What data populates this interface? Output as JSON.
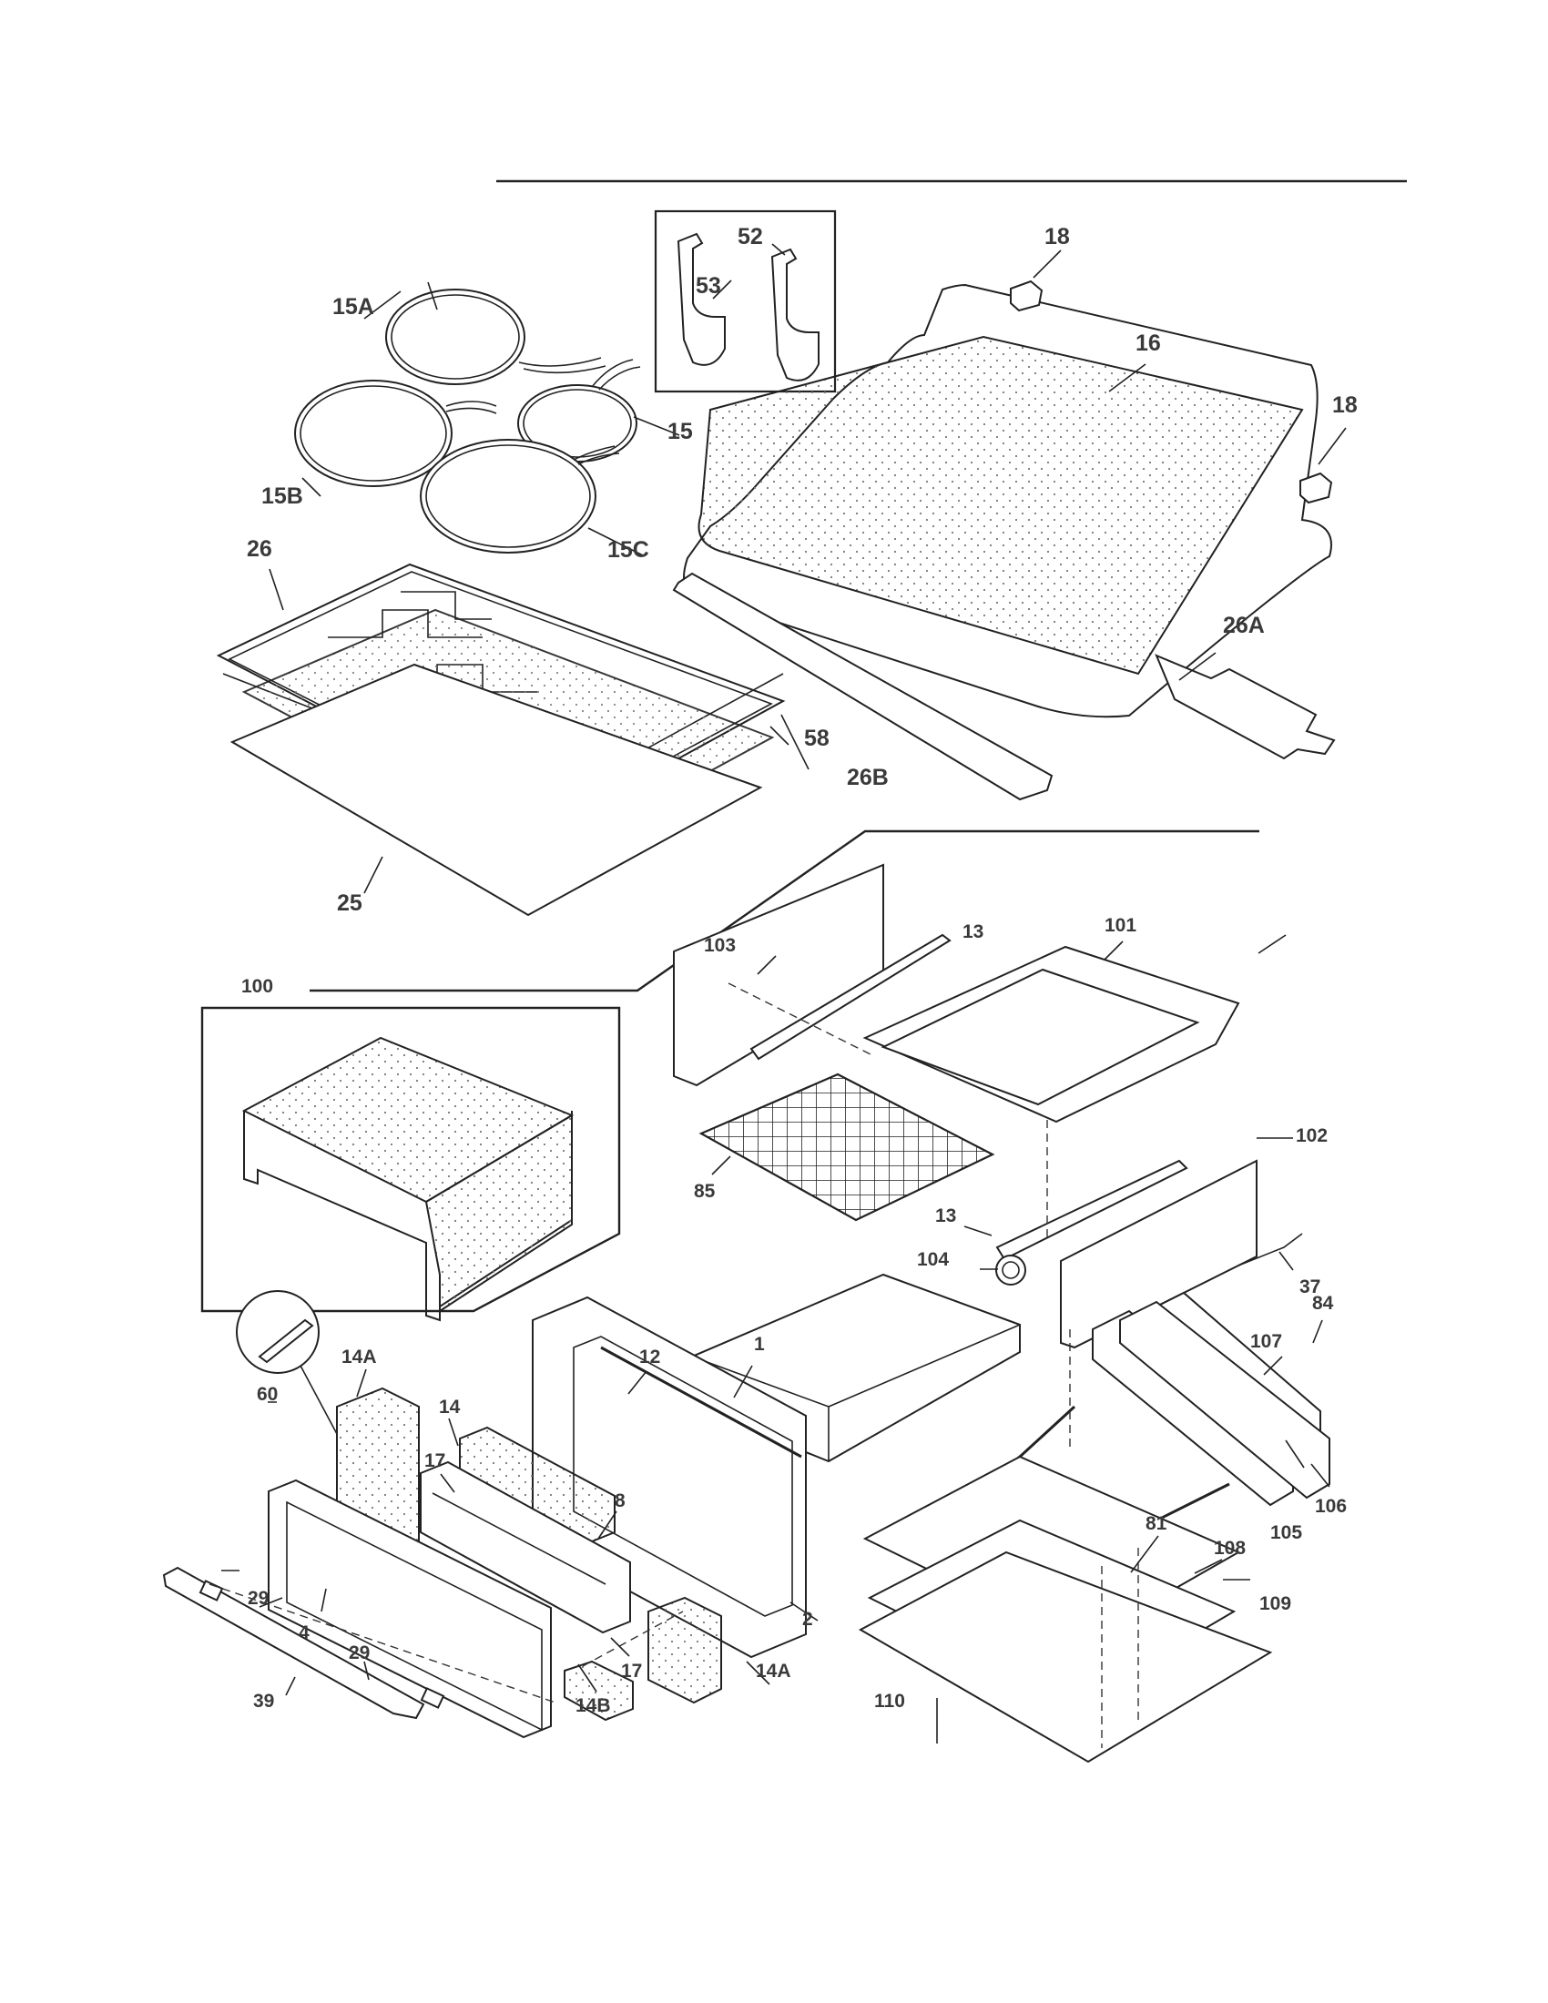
{
  "labels": {
    "p1": "1",
    "p2": "2",
    "p4": "4",
    "p8": "8",
    "p12": "12",
    "p13a": "13",
    "p13b": "13",
    "p14": "14",
    "p14a1": "14A",
    "p14a2": "14A",
    "p14b": "14B",
    "p15": "15",
    "p15a": "15A",
    "p15b": "15B",
    "p15c": "15C",
    "p16": "16",
    "p17a": "17",
    "p17b": "17",
    "p18a": "18",
    "p18b": "18",
    "p25": "25",
    "p26": "26",
    "p26a": "26A",
    "p26b": "26B",
    "p29a": "29",
    "p29b": "29",
    "p37": "37",
    "p39": "39",
    "p52": "52",
    "p53": "53",
    "p58": "58",
    "p60": "60",
    "p81": "81",
    "p84": "84",
    "p85": "85",
    "p100": "100",
    "p101": "101",
    "p102": "102",
    "p103": "103",
    "p104": "104",
    "p105": "105",
    "p106": "106",
    "p107": "107",
    "p108": "108",
    "p109": "109",
    "p110": "110"
  }
}
